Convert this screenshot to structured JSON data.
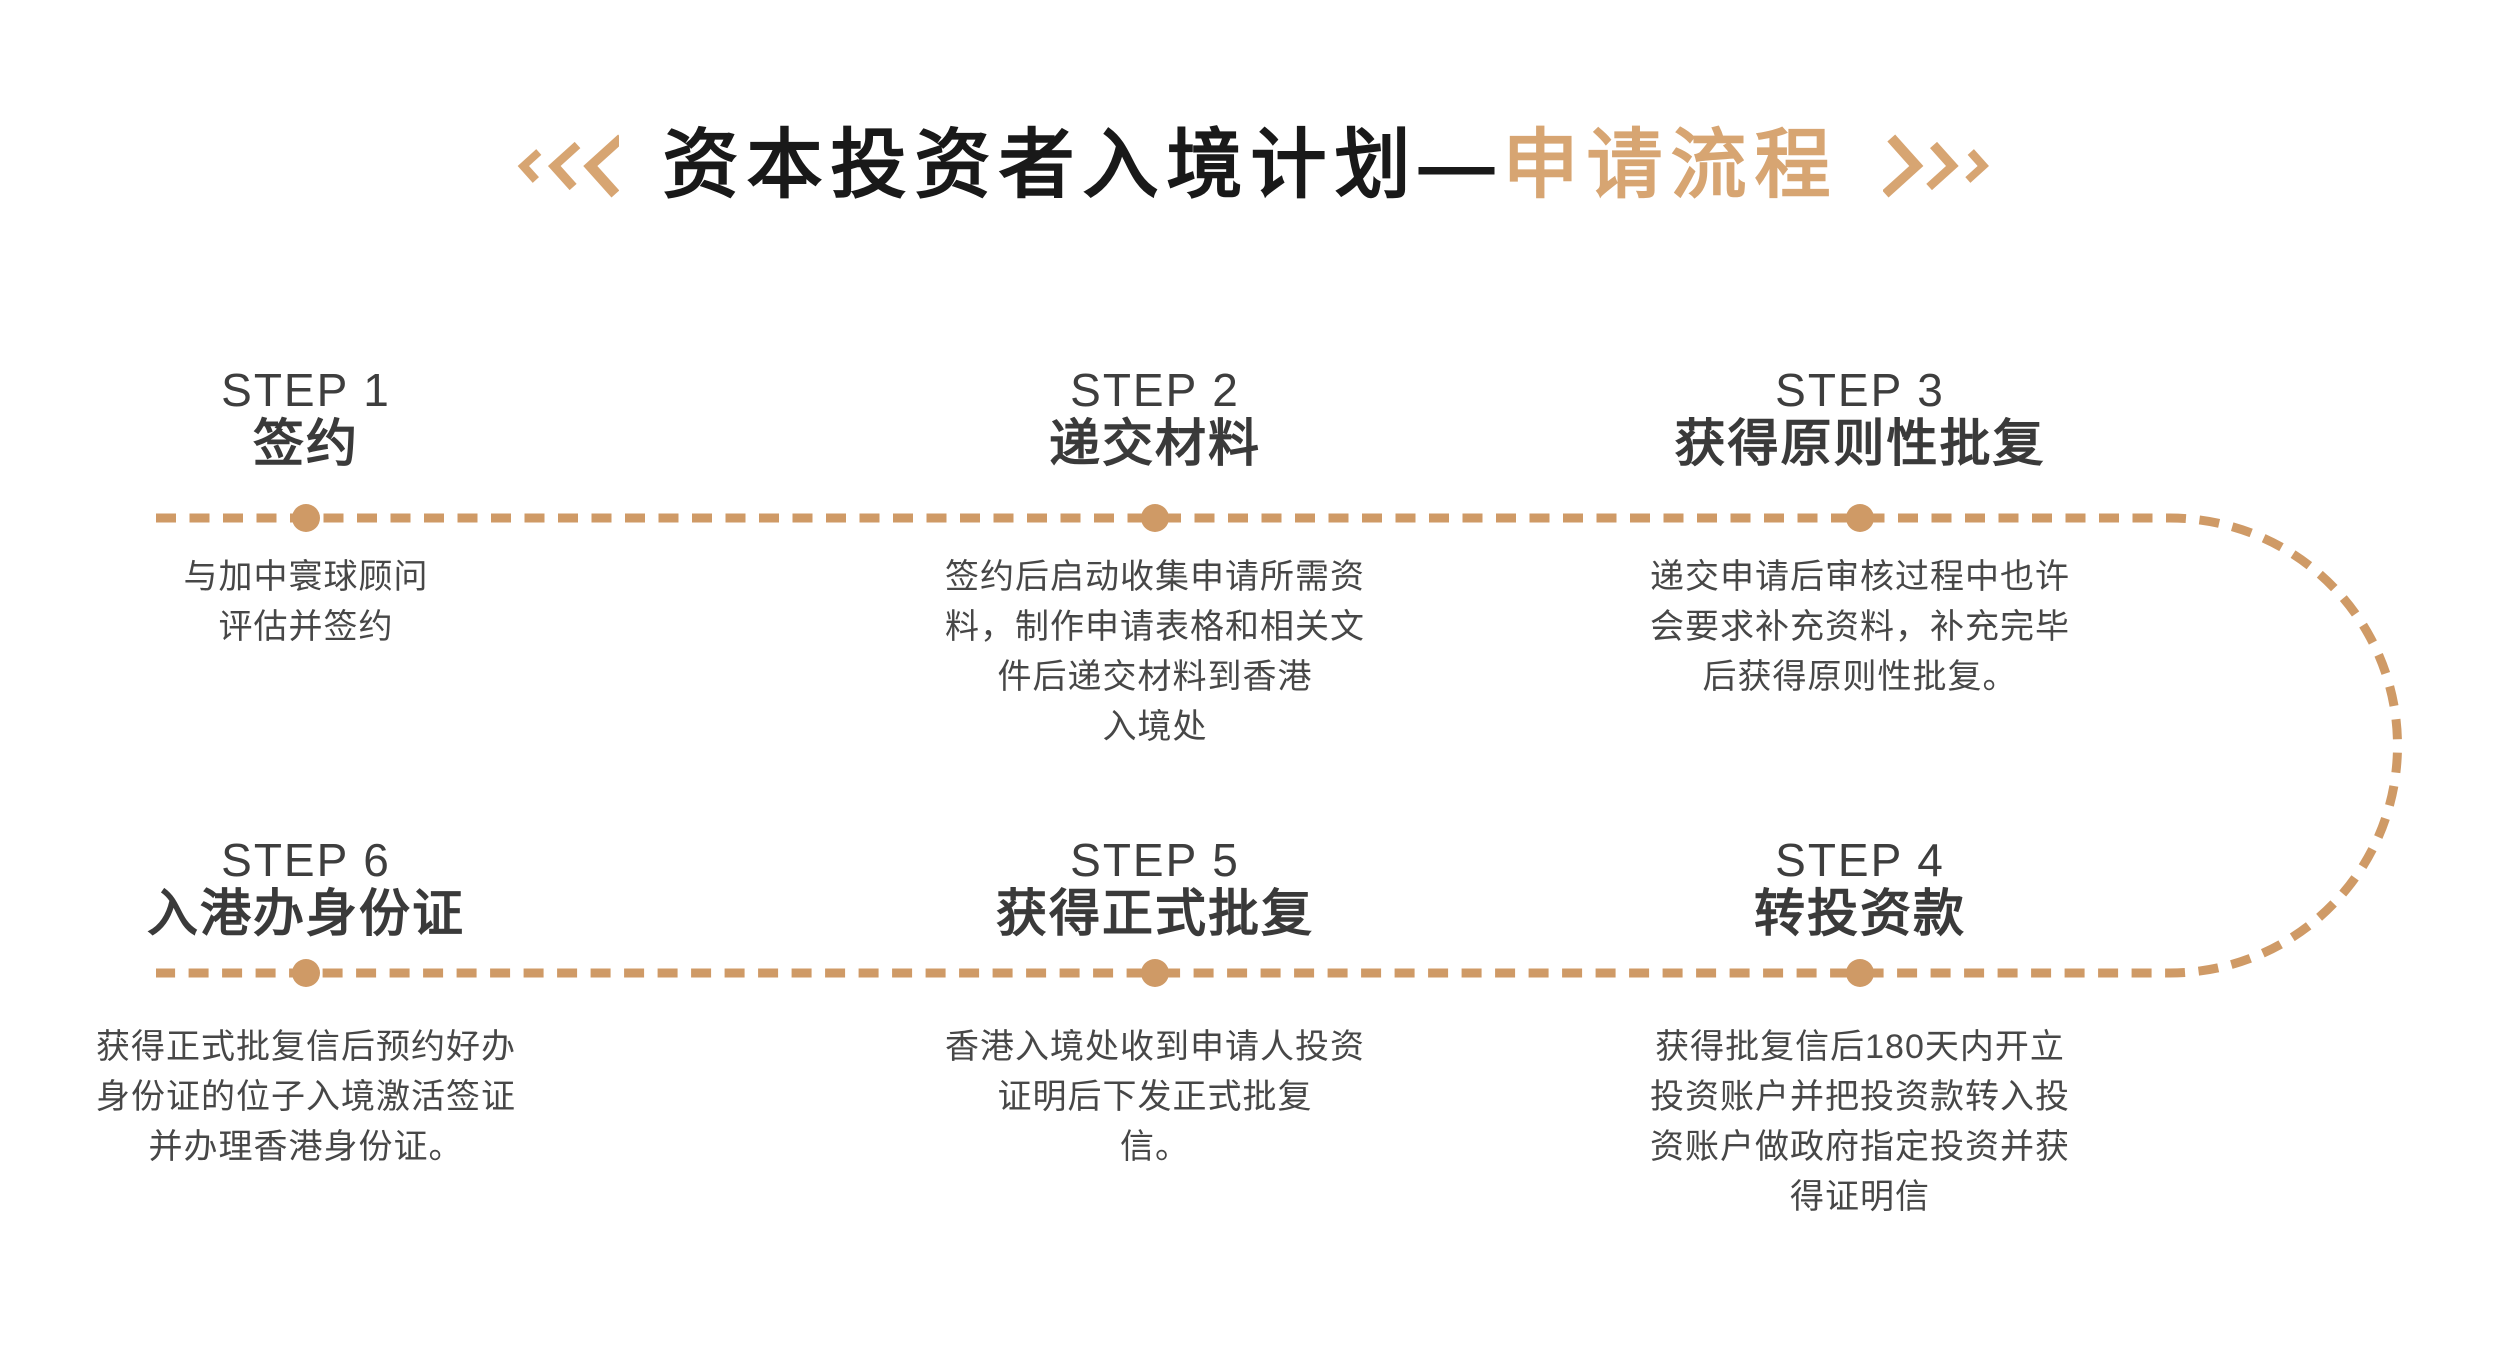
{
  "title": {
    "black": "资本投资者入境计划—",
    "gold": "申请流程",
    "left_icon": "triple-chevron-left",
    "right_icon": "triple-chevron-right"
  },
  "colors": {
    "gold_accent": "#D7A572",
    "line_gold": "#CF9A66",
    "title_black": "#191919",
    "step_text": "#3E3E3E",
    "description_text": "#474747",
    "background": "#FFFFFF"
  },
  "flow": {
    "top_row": [
      {
        "label": "STEP 1",
        "title": "签约",
        "description_lines": [
          "与加中寰球顾问",
          "评估并签约"
        ]
      },
      {
        "label": "STEP 2",
        "title": "递交材料",
        "description_lines": [
          "签约后启动收集申请所需资",
          "料，制作申请表格和相关文",
          "件后递交材料到香港",
          "入境处"
        ]
      },
      {
        "label": "STEP 3",
        "title": "获得原则性批复",
        "description_lines": [
          "递交申请后审核过程中也许",
          "会要求补充资料，补充完毕",
          "后获得原则性批复。"
        ]
      }
    ],
    "bottom_row": [
      {
        "label": "STEP 6",
        "title": "入港办身份证",
        "description_lines": [
          "获得正式批复信后预约好办",
          "身份证的位子入境激活签证",
          "并办理香港身份证。"
        ]
      },
      {
        "label": "STEP 5",
        "title": "获得正式批复",
        "description_lines": [
          "香港入境处收到申请人投资",
          "证明后下发正式批复",
          "信。"
        ]
      },
      {
        "label": "STEP 4",
        "title": "转投资款",
        "description_lines": [
          "获得批复信后180天内开立",
          "投资账户并把投资款转入投",
          "资账户做政府指定投资并获",
          "得证明信"
        ]
      }
    ]
  }
}
